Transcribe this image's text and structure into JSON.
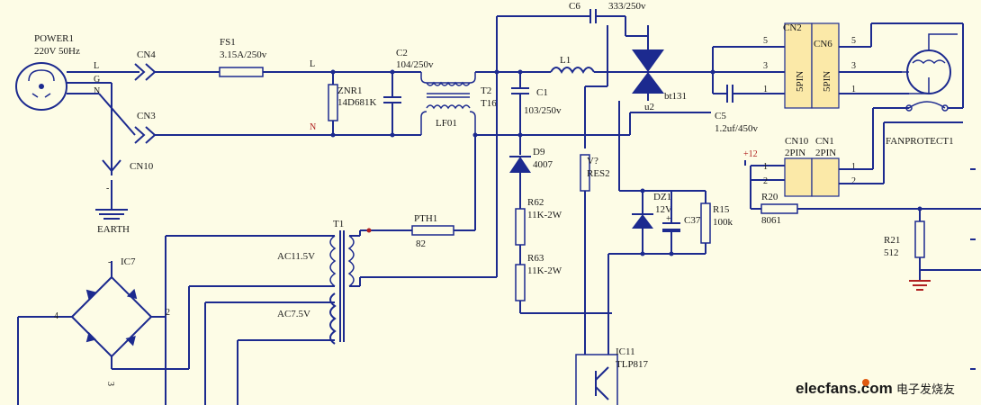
{
  "labels": {
    "power": "POWER1",
    "power_rating": "220V 50Hz",
    "pin_l": "L",
    "pin_g": "G",
    "pin_n": "N",
    "cn4": "CN4",
    "cn3": "CN3",
    "cn10_earth": "CN10",
    "earth": "EARTH",
    "fs1": "FS1",
    "fs1_val": "3.15A/250v",
    "line_l": "L",
    "line_n": "N",
    "znr1": "ZNR1",
    "znr1_val": "14D681K",
    "c2": "C2",
    "c2_val": "104/250v",
    "lf01": "LF01",
    "t2": "T2",
    "t16": "T16",
    "c6": "C6",
    "c6_val": "333/250v",
    "l1": "L1",
    "c1": "C1",
    "c1_val": "103/250v",
    "u2": "u2",
    "bt131": "bt131",
    "c5": "C5",
    "c5_val": "1.2uf/450v",
    "cn2": "CN2",
    "cn6": "CN6",
    "pin5a": "5",
    "pin3a": "3",
    "pin1a": "1",
    "pin5b": "5",
    "pin3b": "3",
    "pin1b": "1",
    "fivepin_a": "5PIN",
    "fivepin_b": "5PIN",
    "fanprotect": "FANPROTECT1",
    "plus12": "+12",
    "cn10": "CN10",
    "cn1": "CN1",
    "twopin_a": "2PIN",
    "twopin_b": "2PIN",
    "cn10_p1": "1",
    "cn10_p2": "2",
    "cn1_p1": "1",
    "cn1_p2": "2",
    "d9": "D9",
    "d9_val": "4007",
    "v": "V?",
    "res2": "RES2",
    "dz1": "DZ1",
    "dz1_val": "12V",
    "c37": "C37",
    "r15": "R15",
    "r15_val": "100k",
    "r20": "R20",
    "r20_val": "8061",
    "r21": "R21",
    "r21_val": "512",
    "r62": "R62",
    "r62_val": "11K-2W",
    "r63": "R63",
    "r63_val": "11K-2W",
    "t1": "T1",
    "pth1": "PTH1",
    "pth1_val": "82",
    "ac115": "AC11.5V",
    "ac75": "AC7.5V",
    "ic7": "IC7",
    "ic7_p4": "4",
    "ic7_p2": "2",
    "ic7_p3": "3",
    "ic7_minus": "-",
    "ic11": "IC11",
    "ic11_val": "TLP817"
  },
  "watermark": {
    "site": "elecfans.com",
    "cn": "电子发烧友"
  },
  "colors": {
    "wire": "#1c2a8f",
    "background": "#fdfce6",
    "connector_fill": "#fbe9a8",
    "inductor": "#b02020"
  }
}
